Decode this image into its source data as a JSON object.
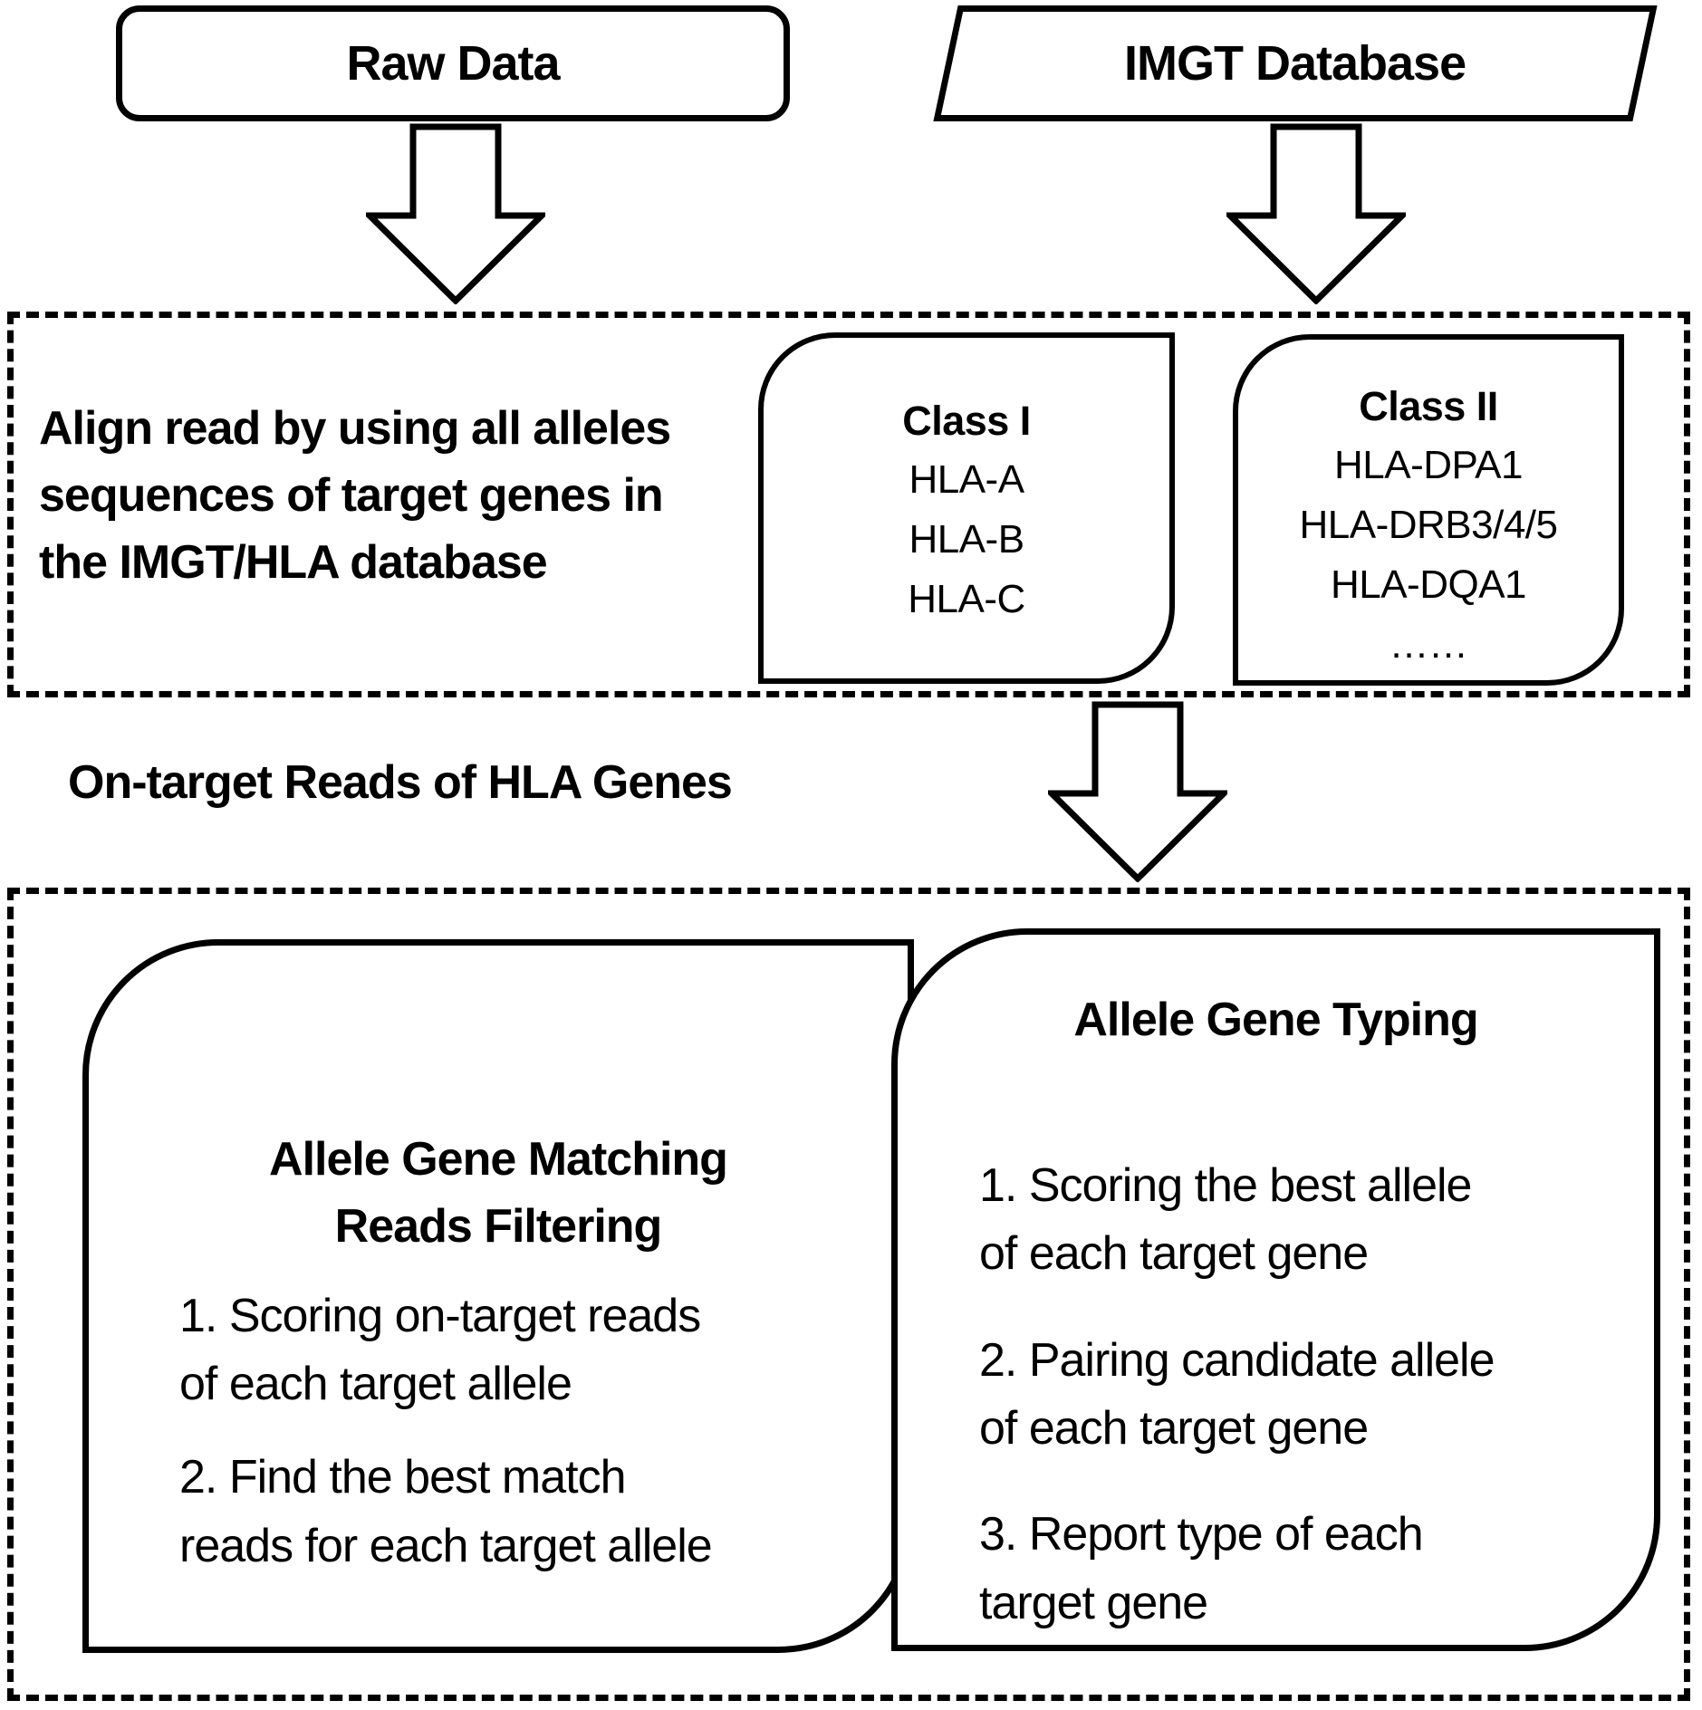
{
  "figure": {
    "background": "#ffffff",
    "ink": "#000000"
  },
  "inputs": {
    "raw_data_label": "Raw Data",
    "imgt_database_label": "IMGT Database"
  },
  "alignment_section": {
    "description": "Align read by using all alleles\nsequences of target genes in\nthe IMGT/HLA database",
    "class_i": {
      "title": "Class I",
      "genes": [
        "HLA-A",
        "HLA-B",
        "HLA-C"
      ]
    },
    "class_ii": {
      "title": "Class II",
      "genes": [
        "HLA-DPA1",
        "HLA-DRB3/4/5",
        "HLA-DQA1",
        "……"
      ]
    }
  },
  "intermediate": {
    "on_target_label": "On-target Reads of HLA Genes"
  },
  "typing_section": {
    "matching_box": {
      "title": "Allele Gene Matching\nReads Filtering",
      "steps": [
        "1. Scoring on-target reads\nof each target allele",
        "2. Find the best match\nreads for each target allele"
      ]
    },
    "typing_box": {
      "title": "Allele Gene Typing",
      "steps": [
        "1. Scoring the best allele\nof each target gene",
        "2. Pairing candidate allele\nof each target gene",
        "3. Report type of each\ntarget gene"
      ]
    }
  }
}
